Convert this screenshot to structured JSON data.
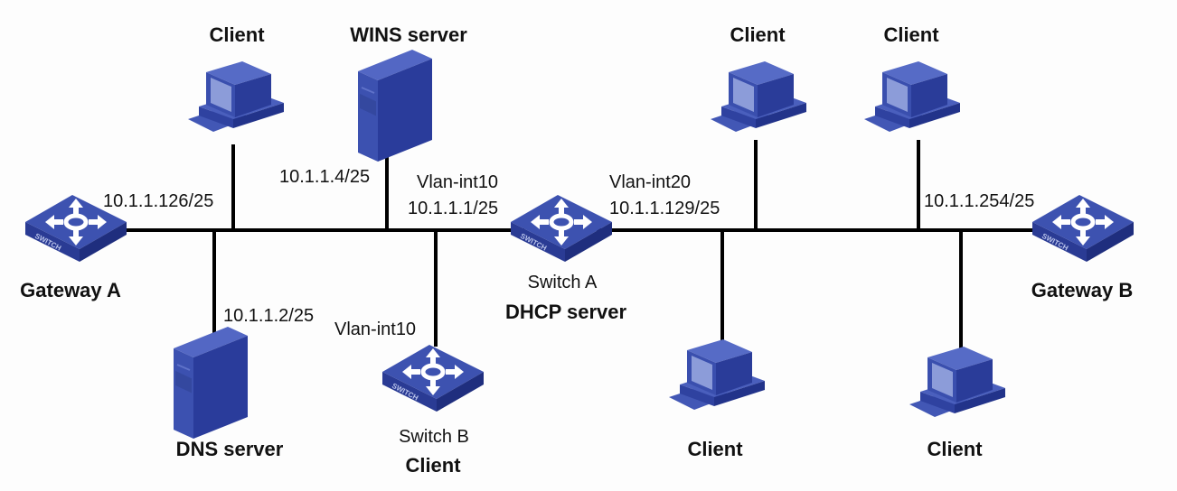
{
  "diagram": {
    "title": "",
    "colors": {
      "device": "#3a4fa8",
      "device_dark": "#24338a",
      "device_light": "#6f80c8",
      "screen": "#8f9fd8",
      "line": "#000000"
    },
    "nodes": {
      "gateway_a": {
        "type": "switch",
        "label": "Gateway A",
        "badge": "SWITCH"
      },
      "gateway_b": {
        "type": "switch",
        "label": "Gateway B",
        "badge": "SWITCH"
      },
      "switch_a": {
        "type": "switch",
        "label_line1": "Switch A",
        "label_line2": "DHCP server",
        "badge": "SWITCH"
      },
      "switch_b": {
        "type": "switch",
        "label_line1": "Switch B",
        "label_line2": "Client",
        "badge": "SWITCH"
      },
      "wins_server": {
        "type": "server",
        "label": "WINS server"
      },
      "dns_server": {
        "type": "server",
        "label": "DNS server"
      },
      "client_top_left": {
        "type": "pc",
        "label": "Client"
      },
      "client_top_mid": {
        "type": "pc",
        "label": "Client"
      },
      "client_top_right": {
        "type": "pc",
        "label": "Client"
      },
      "client_bottom_mid": {
        "type": "pc",
        "label": "Client"
      },
      "client_bottom_right": {
        "type": "pc",
        "label": "Client"
      }
    },
    "annotations": {
      "gateway_a_ip": "10.1.1.126/25",
      "wins_ip": "10.1.1.4/25",
      "dns_ip": "10.1.1.2/25",
      "switch_a_vlan10": "Vlan-int10",
      "switch_a_vlan10_ip": "10.1.1.1/25",
      "switch_a_vlan20": "Vlan-int20",
      "switch_a_vlan20_ip": "10.1.1.129/25",
      "switch_b_vlan": "Vlan-int10",
      "gateway_b_ip": "10.1.1.254/25"
    },
    "links": [
      [
        "gateway_a",
        "switch_a"
      ],
      [
        "client_top_left",
        "segment_vlan10"
      ],
      [
        "wins_server",
        "segment_vlan10"
      ],
      [
        "dns_server",
        "segment_vlan10"
      ],
      [
        "switch_b",
        "segment_vlan10"
      ],
      [
        "switch_a",
        "gateway_b"
      ],
      [
        "client_top_mid",
        "segment_vlan20"
      ],
      [
        "client_top_right",
        "segment_vlan20"
      ],
      [
        "client_bottom_mid",
        "segment_vlan20"
      ],
      [
        "client_bottom_right",
        "segment_vlan20"
      ]
    ]
  }
}
